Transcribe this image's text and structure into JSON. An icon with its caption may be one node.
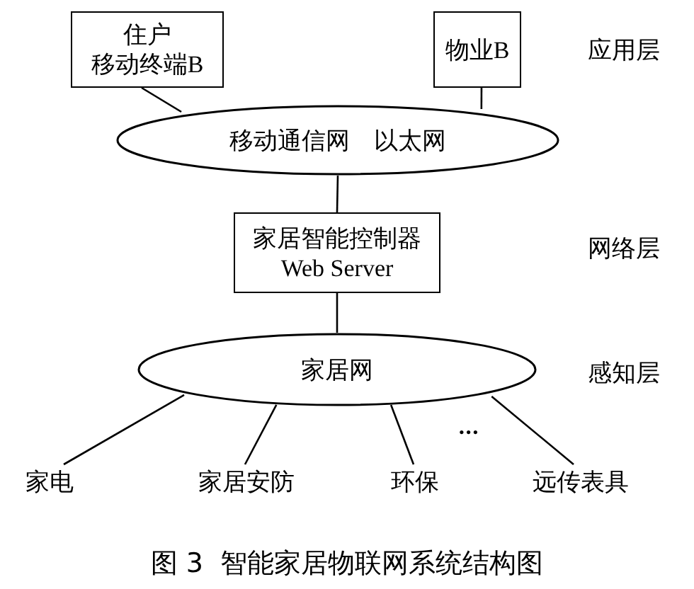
{
  "diagram": {
    "caption": "图 3  智能家居物联网系统结构图",
    "nodes": [
      {
        "text": [
          "住户",
          "移动终端B"
        ]
      },
      {
        "text": [
          "物业B"
        ]
      },
      {
        "text": [
          "移动通信网　以太网"
        ]
      },
      {
        "text": [
          "家居智能控制器",
          "Web Server"
        ]
      },
      {
        "text": [
          "家居网"
        ]
      },
      {
        "text": [
          "家电"
        ]
      },
      {
        "text": [
          "家居安防"
        ]
      },
      {
        "text": [
          "环保"
        ]
      },
      {
        "text": [
          "远传表具"
        ]
      }
    ],
    "edges": [
      {
        "from": 0,
        "to": 2,
        "arrow": "none"
      },
      {
        "from": 1,
        "to": 2,
        "arrow": "none"
      },
      {
        "from": 2,
        "to": 3,
        "arrow": "none"
      },
      {
        "from": 3,
        "to": 4,
        "arrow": "none"
      },
      {
        "from": 4,
        "to": 5,
        "arrow": "none"
      },
      {
        "from": 4,
        "to": 6,
        "arrow": "none"
      },
      {
        "from": 4,
        "to": 7,
        "arrow": "none"
      },
      {
        "from": 4,
        "to": 8,
        "arrow": "none"
      }
    ],
    "labels": [
      "应用层",
      "网络层",
      "感知层",
      "•••"
    ]
  }
}
